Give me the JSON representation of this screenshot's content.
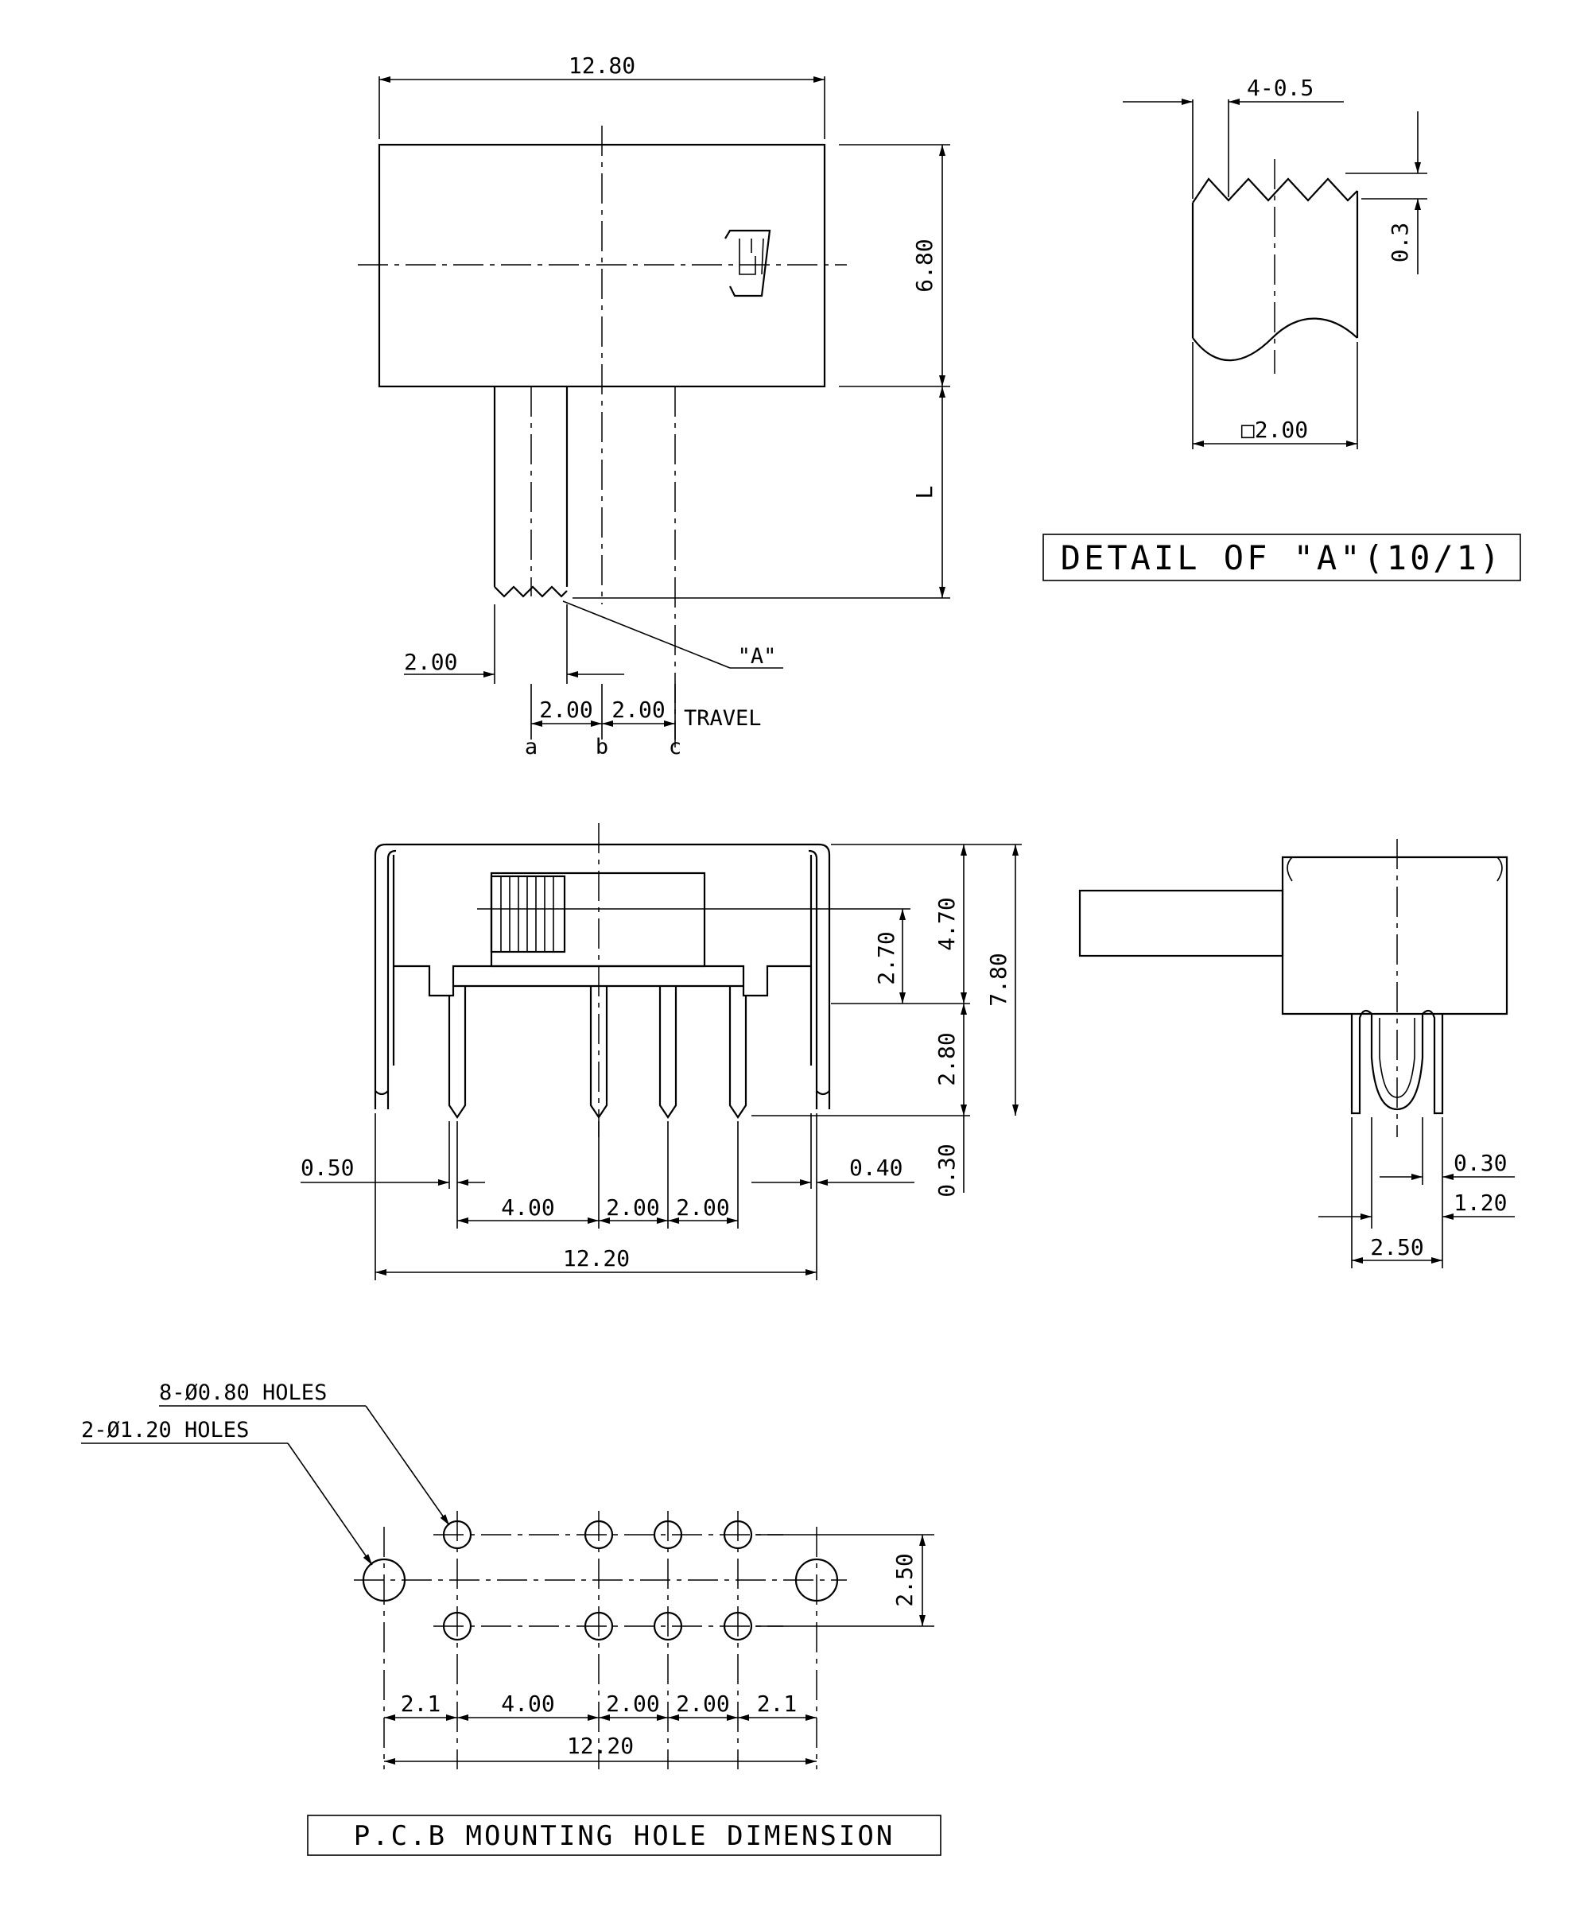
{
  "top_view": {
    "dim_width": "12.80",
    "dim_height": "6.80",
    "dim_lead_length": "L",
    "dim_left_offset": "2.00",
    "dim_pitch_ab": "2.00",
    "dim_pitch_bc": "2.00",
    "travel_label": "TRAVEL",
    "callout_label": "\"A\"",
    "position_a": "a",
    "position_b": "b",
    "position_c": "c",
    "logo_text": "E"
  },
  "detail_a": {
    "dim_teeth": "4-0.5",
    "dim_tooth_depth": "0.3",
    "dim_square": "□2.00",
    "title": "DETAIL OF \"A\"(10/1)"
  },
  "front_view": {
    "dim_height_total": "7.80",
    "dim_body_height": "4.70",
    "dim_actuator": "2.70",
    "dim_lead_length": "2.80",
    "dim_lead_tip": "0.30",
    "dim_tab_left": "0.50",
    "dim_tab_right": "0.40",
    "dim_pitch_1": "4.00",
    "dim_pitch_2": "2.00",
    "dim_pitch_3": "2.00",
    "dim_overall": "12.20"
  },
  "side_view": {
    "dim_lead_width": "0.30",
    "dim_lead_span": "1.20",
    "dim_row_spacing": "2.50"
  },
  "pcb_layout": {
    "small_holes_label": "8-Ø0.80 HOLES",
    "large_holes_label": "2-Ø1.20 HOLES",
    "dim_row_spacing": "2.50",
    "dim_edge_left": "2.1",
    "dim_pitch_1": "4.00",
    "dim_pitch_2": "2.00",
    "dim_pitch_3": "2.00",
    "dim_edge_right": "2.1",
    "dim_overall": "12.20",
    "title": "P.C.B MOUNTING HOLE DIMENSION"
  }
}
